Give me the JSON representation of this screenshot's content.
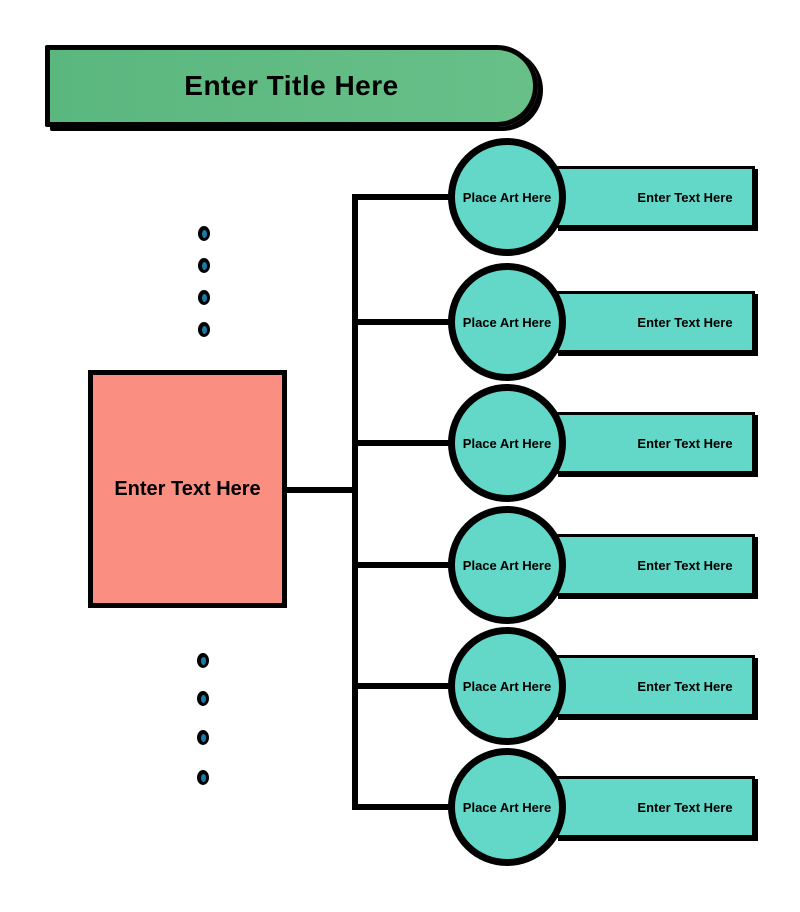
{
  "title": {
    "label": "Enter Title Here"
  },
  "main_node": {
    "label": "Enter Text Here"
  },
  "rows": [
    {
      "art_label": "Place Art Here",
      "text_label": "Enter Text Here"
    },
    {
      "art_label": "Place Art Here",
      "text_label": "Enter Text Here"
    },
    {
      "art_label": "Place Art Here",
      "text_label": "Enter Text Here"
    },
    {
      "art_label": "Place Art Here",
      "text_label": "Enter Text Here"
    },
    {
      "art_label": "Place Art Here",
      "text_label": "Enter Text Here"
    },
    {
      "art_label": "Place Art Here",
      "text_label": "Enter Text Here"
    }
  ],
  "decor": {
    "top_dot_count": 4,
    "bottom_dot_count": 4
  },
  "colors": {
    "title_fill": "#61bb83",
    "branch_fill": "#63d8c8",
    "main_fill": "#fa8e80",
    "dot_inner": "#1a7aa8",
    "outline": "#000000"
  }
}
